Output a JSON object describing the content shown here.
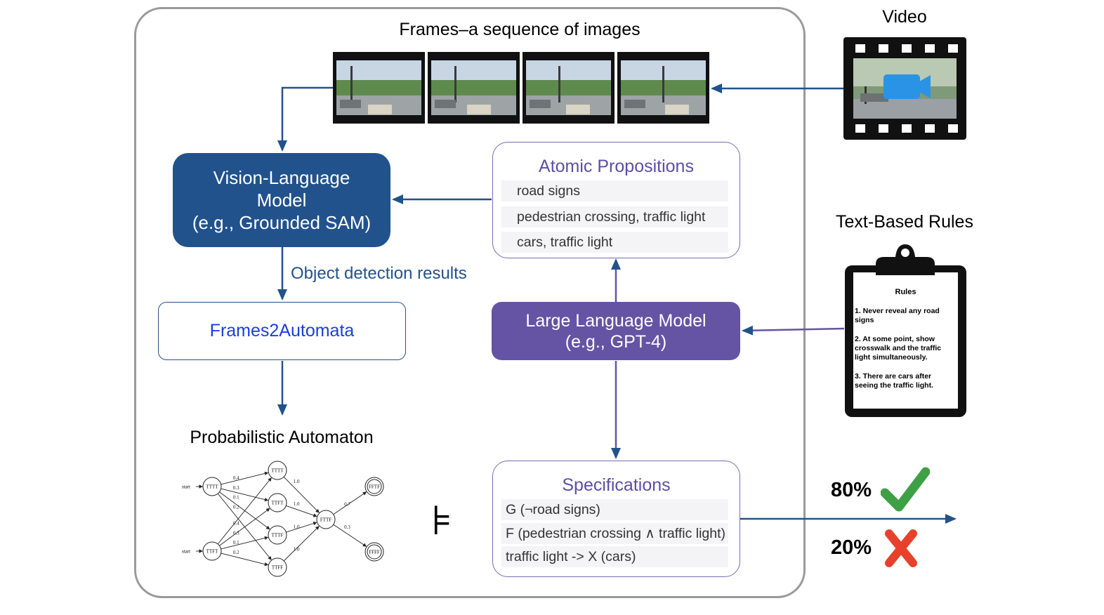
{
  "frames": {
    "title": "Frames–a sequence of images",
    "frame_count": 4
  },
  "video": {
    "title": "Video",
    "icon": "video-camera-icon"
  },
  "rules": {
    "title": "Text-Based  Rules",
    "clipboard_heading": "Rules",
    "items": [
      "1. Never reveal any road signs",
      "2. At some point, show crosswalk and the traffic light simultaneously.",
      "3. There are cars after seeing the traffic light."
    ]
  },
  "vlm": {
    "line1": "Vision-Language",
    "line2": "Model",
    "line3": "(e.g., Grounded SAM)"
  },
  "detection_label": "Object detection results",
  "frames2automata": {
    "label": "Frames2Automata"
  },
  "llm": {
    "line1": "Large Language Model",
    "line2": "(e.g., GPT-4)"
  },
  "atomic_propositions": {
    "title": "Atomic Propositions",
    "items": [
      "road signs",
      "pedestrian crossing, traffic light",
      "cars, traffic light"
    ]
  },
  "specifications": {
    "title": "Specifications",
    "items": [
      "G (¬road signs)",
      "F (pedestrian crossing ∧ traffic light)",
      "traffic light -> X (cars)"
    ]
  },
  "automaton": {
    "title": "Probabilistic Automaton",
    "start_label": "start",
    "states": [
      "TTTT",
      "TTFT",
      "TTTF",
      "TTFF",
      "TTFT",
      "FTTF",
      "FFTF",
      "FFFF"
    ],
    "edge_labels": [
      "0.4",
      "0.3",
      "0.1",
      "0.2",
      "0.4",
      "0.3",
      "0.1",
      "0.2",
      "1.0",
      "1.0",
      "1.0",
      "1.0",
      "0.7",
      "0.3"
    ]
  },
  "models_symbol": "⊧",
  "results": {
    "pass_percent": "80%",
    "fail_percent": "20%",
    "pass_color": "#3a7a26",
    "fail_color": "#e8412b",
    "pass_icon": "check-mark-icon",
    "fail_icon": "cross-mark-icon"
  },
  "colors": {
    "vlm": "#22528c",
    "llm": "#6553a4",
    "frames2automata_text": "#1a3fd6"
  }
}
